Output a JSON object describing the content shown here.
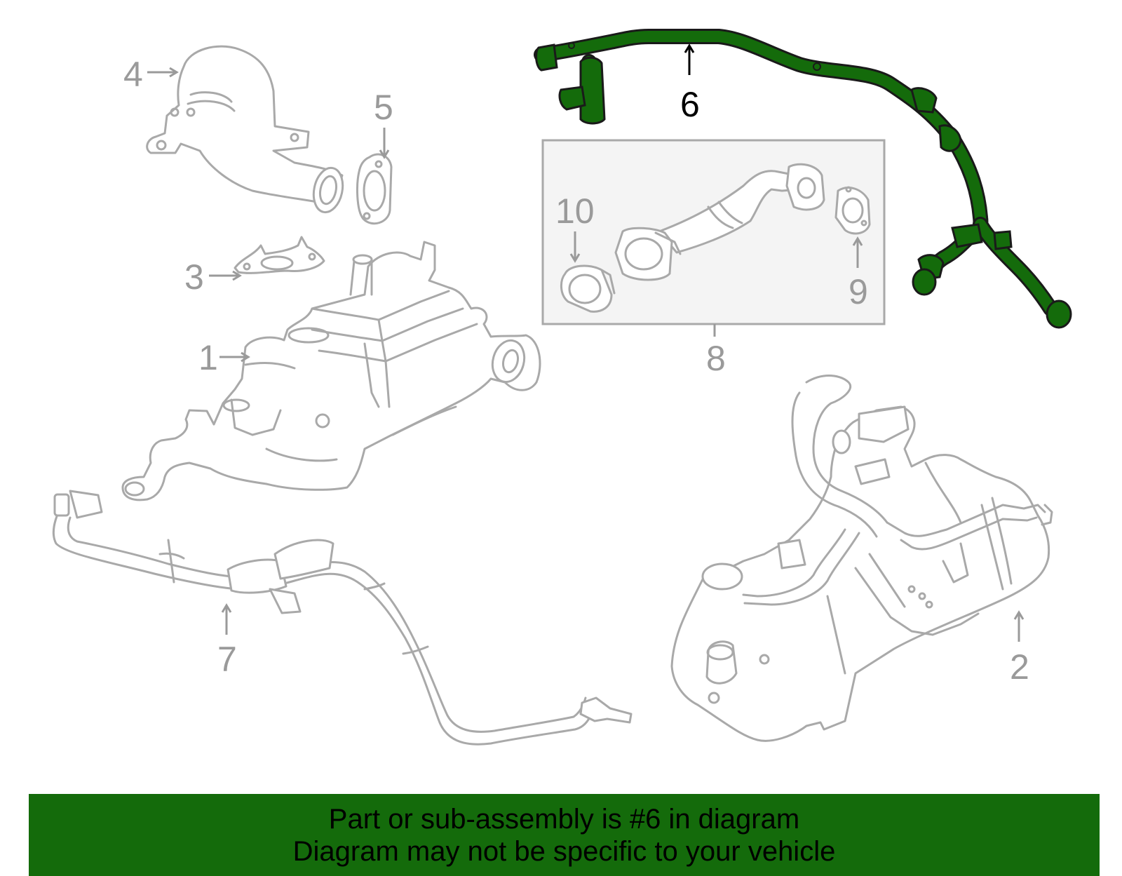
{
  "diagram": {
    "highlight_color": "#146b0b",
    "highlighted_part": "6",
    "callouts": [
      {
        "id": "1",
        "label": "1"
      },
      {
        "id": "2",
        "label": "2"
      },
      {
        "id": "3",
        "label": "3"
      },
      {
        "id": "4",
        "label": "4"
      },
      {
        "id": "5",
        "label": "5"
      },
      {
        "id": "6",
        "label": "6"
      },
      {
        "id": "7",
        "label": "7"
      },
      {
        "id": "8",
        "label": "8"
      },
      {
        "id": "9",
        "label": "9"
      },
      {
        "id": "10",
        "label": "10"
      }
    ]
  },
  "banner": {
    "line1": "Part or sub-assembly is #6 in diagram",
    "line2": "Diagram may not be specific to your vehicle",
    "background": "#146b0b"
  }
}
